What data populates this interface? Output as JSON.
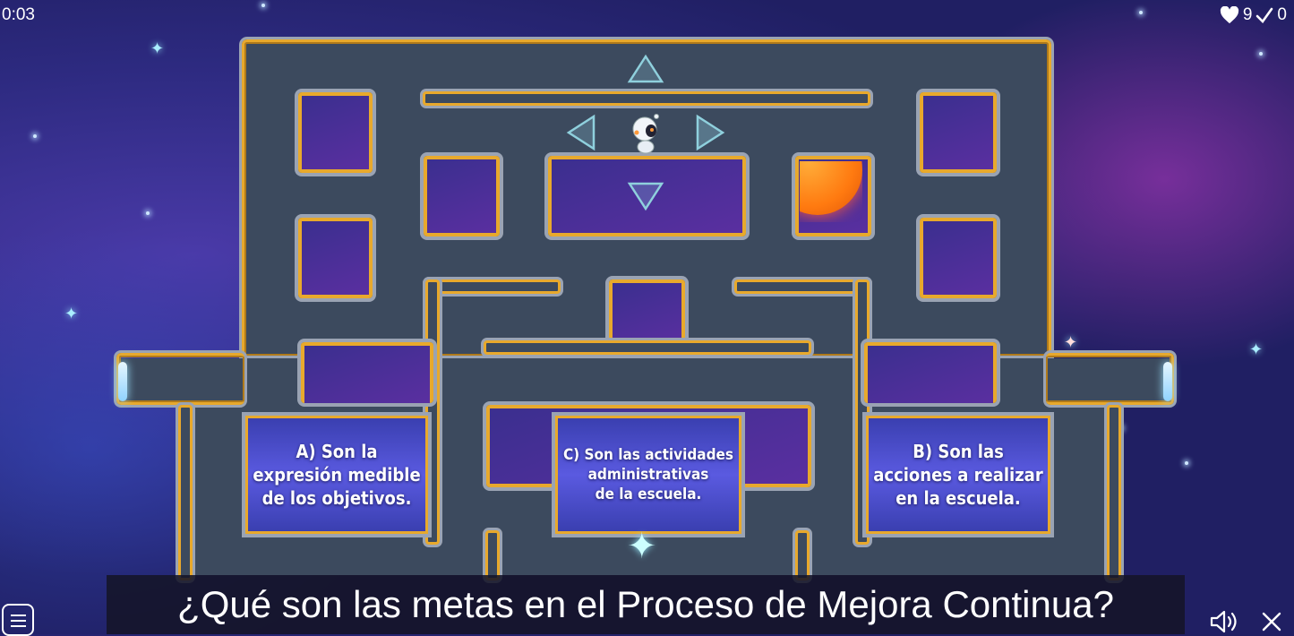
{
  "hud": {
    "timer": "0:03",
    "lives": "9",
    "correct": "0"
  },
  "question": "¿Qué son las metas en el Proceso de Mejora Continua?",
  "answers": {
    "a": "A) Son la\nexpresión medible\nde los objetivos.",
    "c": "C) Son las actividades\nadministrativas\nde la escuela.",
    "b": "B) Son las\nacciones a realizar\nen la escuela."
  },
  "icons": {
    "lives": "heart-icon",
    "correct": "checkmark-icon",
    "menu": "hamburger-menu-icon",
    "sound": "speaker-icon",
    "close": "close-icon",
    "player": "robot-astronaut-icon"
  },
  "colors": {
    "maze_floor": "#3c4a5e",
    "wall_border": "#e8a92c",
    "answer_fill": "#4a4ccf"
  }
}
